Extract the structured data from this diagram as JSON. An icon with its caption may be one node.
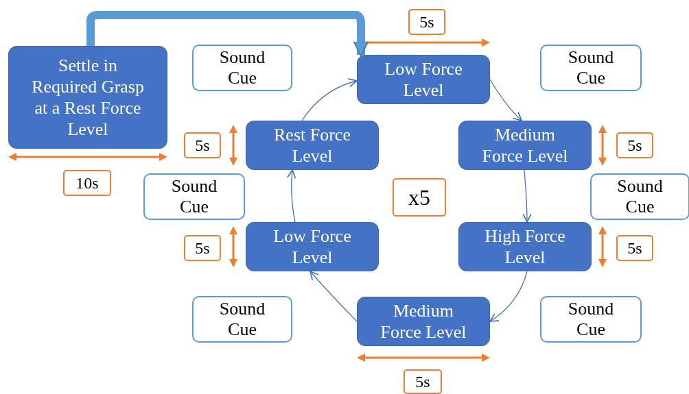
{
  "diagram": {
    "nodes": [
      {
        "text": [
          "Settle in Required Grasp at a Rest Force Level"
        ]
      },
      {
        "text": [
          "Sound Cue"
        ]
      },
      {
        "text": [
          "5s"
        ]
      },
      {
        "text": [
          "Low Force Level"
        ]
      },
      {
        "text": [
          "Sound Cue"
        ]
      },
      {
        "text": [
          "Rest Force Level"
        ]
      },
      {
        "text": [
          "Medium Force Level"
        ]
      },
      {
        "text": [
          "5s"
        ]
      },
      {
        "text": [
          "5s"
        ]
      },
      {
        "text": [
          "10s"
        ]
      },
      {
        "text": [
          "Sound Cue"
        ]
      },
      {
        "text": [
          "x5"
        ]
      },
      {
        "text": [
          "Sound Cue"
        ]
      },
      {
        "text": [
          "Low Force Level"
        ]
      },
      {
        "text": [
          "High Force Level"
        ]
      },
      {
        "text": [
          "5s"
        ]
      },
      {
        "text": [
          "5s"
        ]
      },
      {
        "text": [
          "Sound Cue"
        ]
      },
      {
        "text": [
          "Medium Force Level"
        ]
      },
      {
        "text": [
          "Sound Cue"
        ]
      },
      {
        "text": [
          "5s"
        ]
      }
    ],
    "edges": [
      {
        "from": 0,
        "to": 3,
        "arrow": "to",
        "style": "thick",
        "color": "#5b9bd5"
      },
      {
        "from": 3,
        "to": 6,
        "arrow": "to"
      },
      {
        "from": 6,
        "to": 14,
        "arrow": "to"
      },
      {
        "from": 14,
        "to": 18,
        "arrow": "to"
      },
      {
        "from": 18,
        "to": 13,
        "arrow": "to"
      },
      {
        "from": 13,
        "to": 5,
        "arrow": "to"
      },
      {
        "from": 5,
        "to": 3,
        "arrow": "to"
      }
    ]
  }
}
